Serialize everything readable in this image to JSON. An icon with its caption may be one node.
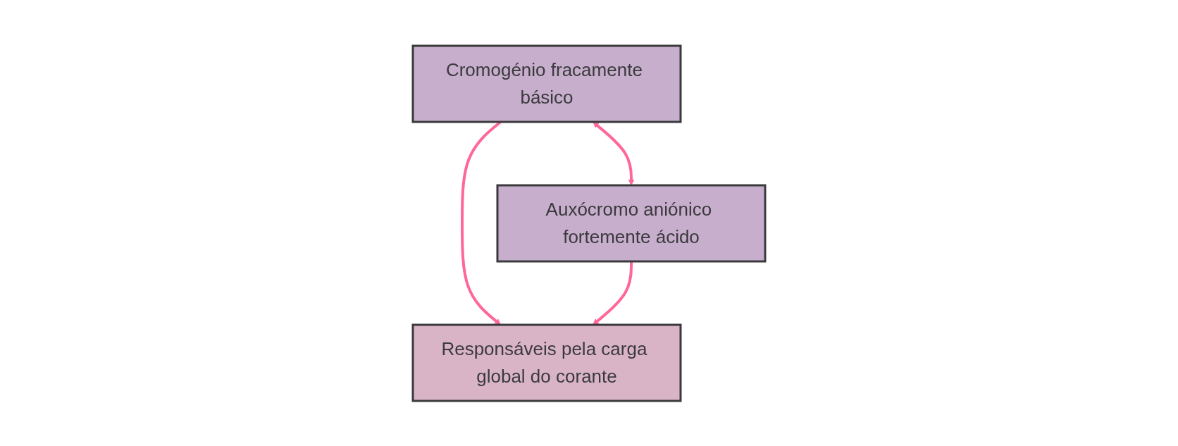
{
  "diagram": {
    "nodes": [
      {
        "text": [
          "Cromogénio fracamente básico"
        ]
      },
      {
        "text": [
          "Auxócromo aniónico fortemente ácido"
        ]
      },
      {
        "text": [
          "Responsáveis pela carga global do corante"
        ]
      }
    ],
    "edges": [
      {
        "from": 0,
        "to": 1,
        "arrow": "both"
      },
      {
        "from": 0,
        "to": 2,
        "arrow": "to"
      },
      {
        "from": 1,
        "to": 2,
        "arrow": "to"
      }
    ]
  }
}
